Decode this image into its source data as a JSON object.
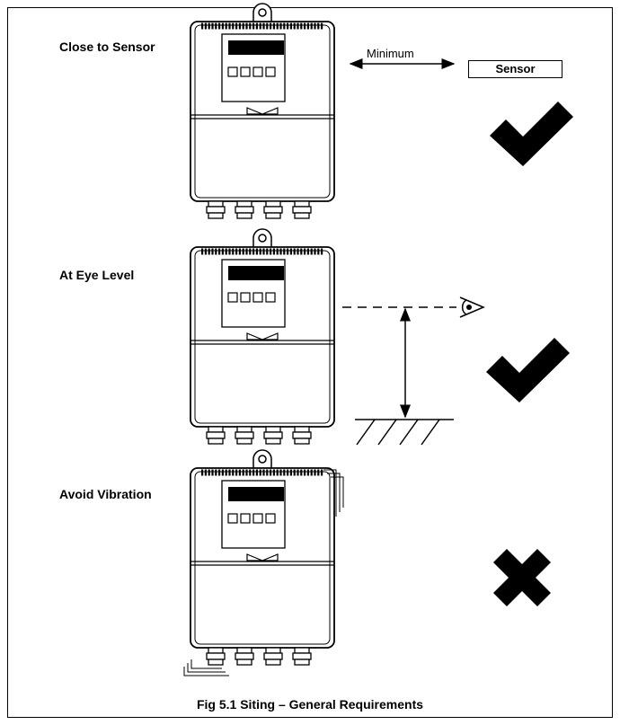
{
  "sections": [
    {
      "label": "Close to Sensor",
      "verdict": "ok"
    },
    {
      "label": "At Eye Level",
      "verdict": "ok"
    },
    {
      "label": "Avoid Vibration",
      "verdict": "bad"
    }
  ],
  "annotations": {
    "minimum": "Minimum",
    "sensor": "Sensor"
  },
  "caption": "Fig 5.1 Siting – General Requirements",
  "icons": {
    "ok": "check-mark-icon",
    "bad": "cross-mark-icon",
    "eye": "eye-icon"
  }
}
